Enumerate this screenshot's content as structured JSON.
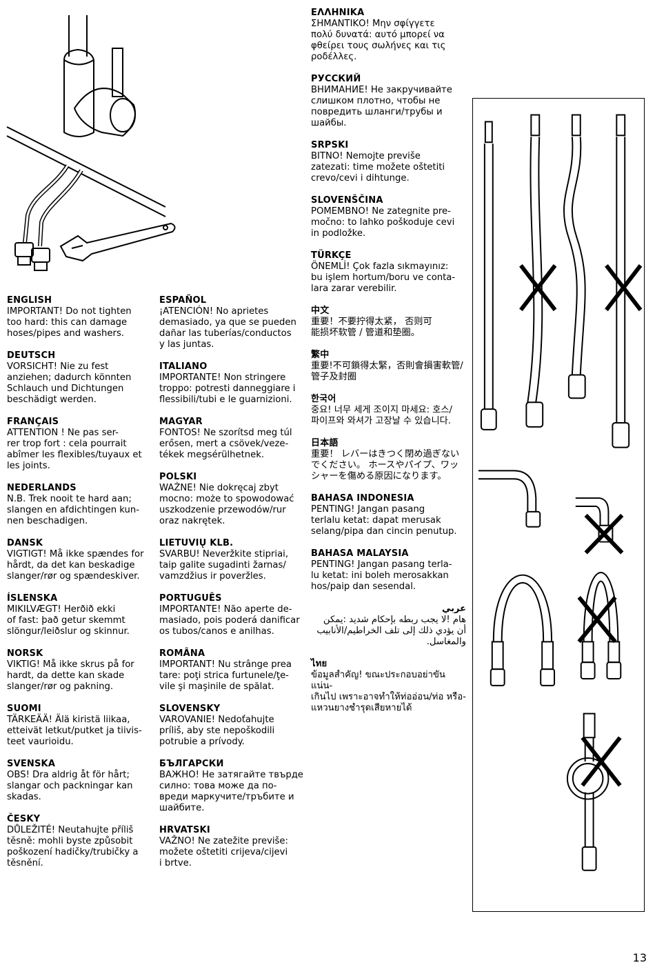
{
  "page_number": "13",
  "column_left": [
    {
      "heading": "ENGLISH",
      "text": "IMPORTANT! Do not tighten\ntoo hard: this can damage\nhoses/pipes and washers."
    },
    {
      "heading": "DEUTSCH",
      "text": "VORSICHT! Nie zu fest\nanziehen; dadurch könnten\nSchlauch und Dichtungen\nbeschädigt werden."
    },
    {
      "heading": "FRANÇAIS",
      "text": "ATTENTION ! Ne pas ser-\nrer trop fort : cela pourrait\nabîmer les flexibles/tuyaux et\nles joints."
    },
    {
      "heading": "NEDERLANDS",
      "text": "N.B. Trek nooit te hard aan;\nslangen en afdichtingen kun-\nnen beschadigen."
    },
    {
      "heading": "DANSK",
      "text": "VIGTIGT! Må ikke spændes for\nhårdt, da det kan beskadige\nslanger/rør og spændeskiver."
    },
    {
      "heading": "ÍSLENSKA",
      "text": "MIKILVÆGT! Herðið ekki\nof fast: það getur skemmt\nslöngur/leiðslur og skinnur."
    },
    {
      "heading": "NORSK",
      "text": "VIKTIG! Må ikke skrus på for\nhardt, da dette kan skade\nslanger/rør og pakning."
    },
    {
      "heading": "SUOMI",
      "text": "TÄRKEÄÄ! Älä kiristä liikaa,\netteivät letkut/putket ja tiivis-\nteet vaurioidu."
    },
    {
      "heading": "SVENSKA",
      "text": "OBS! Dra aldrig åt för hårt;\nslangar och packningar kan\nskadas."
    },
    {
      "heading": "ČESKY",
      "text": "DŮLEŽITÉ! Neutahujte příliš\ntěsně: mohli byste způsobit\npoškození hadičky/trubičky a\ntěsnění."
    }
  ],
  "column_middle": [
    {
      "heading": "ESPAÑOL",
      "text": "¡ATENCIÓN! No aprietes\ndemasiado, ya que se pueden\ndañar las tuberías/conductos\ny las juntas."
    },
    {
      "heading": "ITALIANO",
      "text": "IMPORTANTE! Non stringere\ntroppo: potresti danneggiare i\nflessibili/tubi e le guarnizioni."
    },
    {
      "heading": "MAGYAR",
      "text": "FONTOS! Ne szorítsd meg túl\nerősen, mert a csövek/veze-\ntékek megsérülhetnek."
    },
    {
      "heading": "POLSKI",
      "text": "WAŻNE! Nie dokręcaj zbyt\nmocno: może to spowodować\nuszkodzenie przewodów/rur\noraz nakrętek."
    },
    {
      "heading": "LIETUVIŲ KLB.",
      "text": "SVARBU! Neveržkite stipriai,\ntaip galite sugadinti žarnas/\nvamzdžius ir poveržles."
    },
    {
      "heading": "PORTUGUÊS",
      "text": "IMPORTANTE! Não aperte de-\nmasiado, pois poderá danificar\nos tubos/canos e anilhas."
    },
    {
      "heading": "ROMÂNA",
      "text": "IMPORTANT! Nu strânge prea\ntare: poţi strica furtunele/ţe-\nvile şi maşinile de spălat."
    },
    {
      "heading": "SLOVENSKY",
      "text": "VAROVANIE! Nedoťahujte\npríliš, aby ste nepoškodili\npotrubie a prívody."
    },
    {
      "heading": "БЪЛГАРСКИ",
      "text": "ВАЖНО! Не затягайте твърде\nсилно: това може да по-\nвреди маркучите/тръбите и\nшайбите."
    },
    {
      "heading": "HRVATSKI",
      "text": "VAŽNO! Ne zatežite previše:\nmožete oštetiti crijeva/cijevi\ni brtve."
    }
  ],
  "column_right": [
    {
      "heading": "ΕΛΛΗΝΙΚΑ",
      "text": "ΣΗΜΑΝΤΙΚΟ! Μην σφίγγετε\nπολύ δυνατά: αυτό μπορεί να\nφθείρει τους σωλήνες και τις\nροδέλλες."
    },
    {
      "heading": "РУССКИЙ",
      "text": "ВНИМАНИЕ! Не закручивайте\nслишком плотно, чтобы не\nповредить шланги/трубы и\nшайбы."
    },
    {
      "heading": "SRPSKI",
      "text": "BITNO! Nemojte previše\nzatezati: time možete oštetiti\ncrevo/cevi i dihtunge."
    },
    {
      "heading": "SLOVENŠČINA",
      "text": "POMEMBNO! Ne zategnite pre-\nmočno: to lahko poškoduje cevi\nin podložke."
    },
    {
      "heading": "TÜRKÇE",
      "text": "ÖNEMLİ! Çok fazla sıkmayınız:\nbu işlem hortum/boru ve conta-\nlara zarar verebilir."
    },
    {
      "heading": "中文",
      "text": "    重要！不要拧得太紧，  否则可\n能损坏软管 / 管道和垫圈。"
    },
    {
      "heading": "繁中",
      "text": "重要!不可鎖得太緊，否則會損害軟管/\n管子及封圈"
    },
    {
      "heading": "한국어",
      "text": "중요! 너무 세게 조이지 마세요: 호스/\n파이프와 와셔가 고장날 수 있습니다."
    },
    {
      "heading": "日本語",
      "text": "重要！ レバーはきつく閉め過ぎない\nでください。 ホースやパイプ、ワッ\nシャーを傷める原因になります。"
    },
    {
      "heading": "BAHASA INDONESIA",
      "text": "PENTING! Jangan pasang\nterlalu ketat: dapat merusak\nselang/pipa dan cincin penutup."
    },
    {
      "heading": "BAHASA MALAYSIA",
      "text": "PENTING! Jangan pasang terla-\nlu ketat: ini boleh merosakkan\nhos/paip dan sesendal."
    },
    {
      "heading": "عربي",
      "text": "هام !لا يجب ربطه بإحكام شديد :يمكن\nأن يؤدي ذلك إلى تلف الخراطيم/الأنابيب\nوالمغاسل.",
      "rtl": true
    },
    {
      "heading": "ไทย",
      "text": "ข้อมูลสำคัญ! ขณะประกอบอย่าขันแน่น-\nเกินไป เพราะอาจทำให้ท่ออ่อน/ท่อ หรือ-\nแหวนยางชำรุดเสียหายได้"
    }
  ]
}
